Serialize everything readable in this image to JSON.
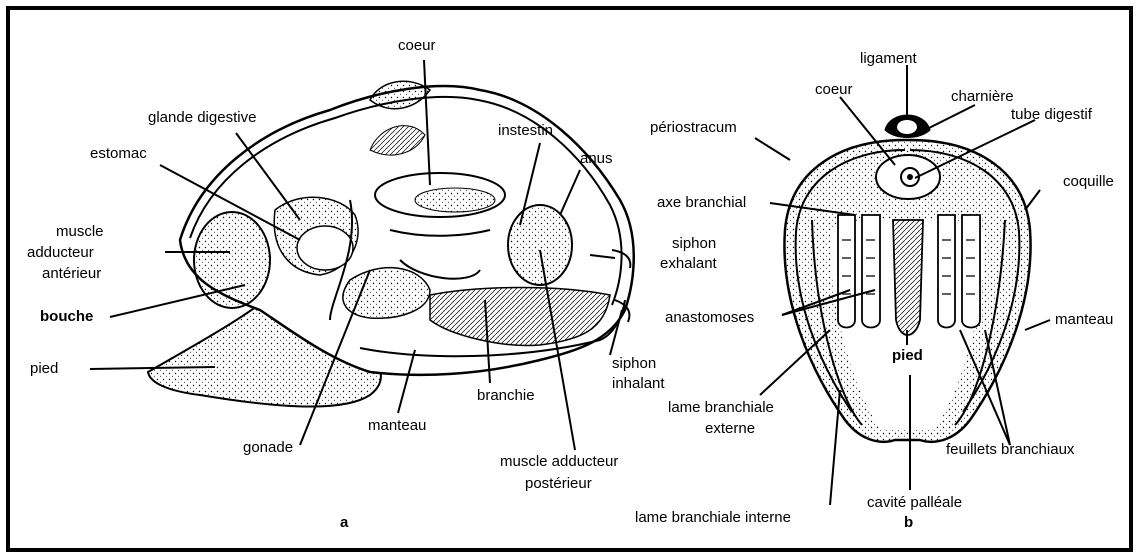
{
  "figure_a": {
    "panel_letter": "a",
    "labels": {
      "coeur": "coeur",
      "glande_digestive": "glande digestive",
      "estomac": "estomac",
      "instestin": "instestin",
      "anus": "anus",
      "muscle_add_ant_1": "muscle",
      "muscle_add_ant_2": "adducteur",
      "muscle_add_ant_3": "antérieur",
      "siphon_exh_1": "siphon",
      "siphon_exh_2": "exhalant",
      "bouche": "bouche",
      "pied": "pied",
      "siphon_inh_1": "siphon",
      "siphon_inh_2": "inhalant",
      "branchie": "branchie",
      "manteau": "manteau",
      "gonade": "gonade",
      "muscle_add_post_1": "muscle adducteur",
      "muscle_add_post_2": "postérieur"
    }
  },
  "figure_b": {
    "panel_letter": "b",
    "labels": {
      "ligament": "ligament",
      "coeur": "coeur",
      "charniere": "charnière",
      "tube_digestif": "tube digestif",
      "periostracum": "périostracum",
      "coquille": "coquille",
      "axe_branchial": "axe branchial",
      "anastomoses": "anastomoses",
      "manteau": "manteau",
      "pied": "pied",
      "lame_ext_1": "lame branchiale",
      "lame_ext_2": "externe",
      "feuillets": "feuillets branchiaux",
      "lame_int": "lame branchiale interne",
      "cavite": "cavité palléale"
    }
  }
}
